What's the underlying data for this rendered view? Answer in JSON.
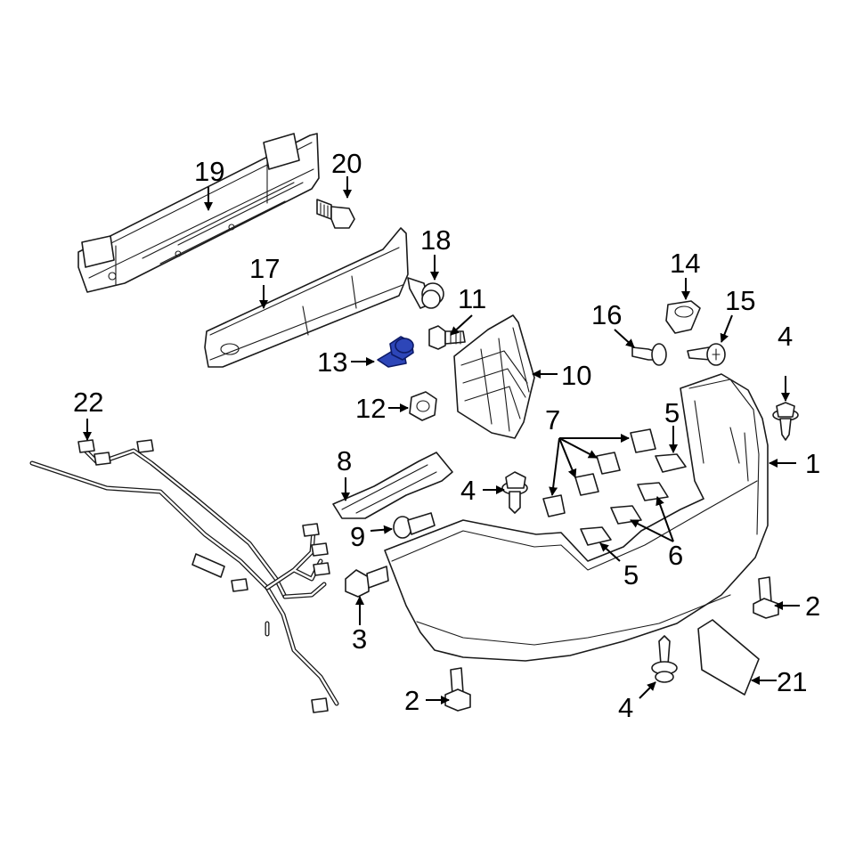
{
  "diagram": {
    "highlight_color": "#2d46b8",
    "callouts": [
      {
        "id": "c1",
        "label": "1"
      },
      {
        "id": "c2a",
        "label": "2"
      },
      {
        "id": "c2b",
        "label": "2"
      },
      {
        "id": "c3",
        "label": "3"
      },
      {
        "id": "c4a",
        "label": "4"
      },
      {
        "id": "c4b",
        "label": "4"
      },
      {
        "id": "c4c",
        "label": "4"
      },
      {
        "id": "c5a",
        "label": "5"
      },
      {
        "id": "c5b",
        "label": "5"
      },
      {
        "id": "c6",
        "label": "6"
      },
      {
        "id": "c7",
        "label": "7"
      },
      {
        "id": "c8",
        "label": "8"
      },
      {
        "id": "c9",
        "label": "9"
      },
      {
        "id": "c10",
        "label": "10"
      },
      {
        "id": "c11",
        "label": "11"
      },
      {
        "id": "c12",
        "label": "12"
      },
      {
        "id": "c13",
        "label": "13"
      },
      {
        "id": "c14",
        "label": "14"
      },
      {
        "id": "c15",
        "label": "15"
      },
      {
        "id": "c16",
        "label": "16"
      },
      {
        "id": "c17",
        "label": "17"
      },
      {
        "id": "c18",
        "label": "18"
      },
      {
        "id": "c19",
        "label": "19"
      },
      {
        "id": "c20",
        "label": "20"
      },
      {
        "id": "c21",
        "label": "21"
      },
      {
        "id": "c22",
        "label": "22"
      }
    ]
  }
}
